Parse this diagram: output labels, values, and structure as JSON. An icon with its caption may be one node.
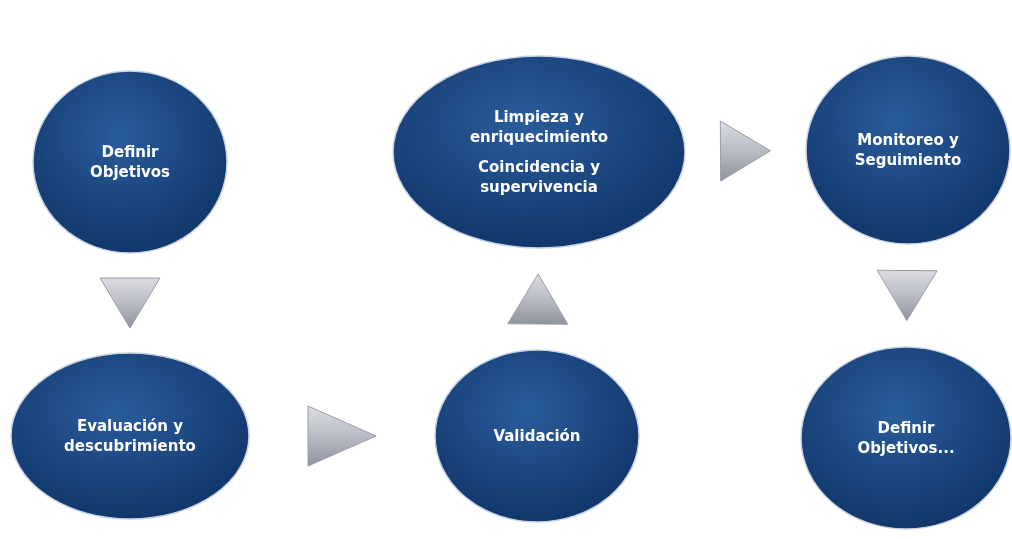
{
  "diagram": {
    "nodes": [
      {
        "text": [
          "Definir Objetivos"
        ]
      },
      {
        "text": [
          "Evaluación y descubrimiento"
        ]
      },
      {
        "text": [
          "Validación"
        ]
      },
      {
        "text": [
          "Limpieza y enriquecimiento",
          "Coincidencia y supervivencia"
        ]
      },
      {
        "text": [
          "Monitoreo y Seguimiento"
        ]
      },
      {
        "text": [
          "Definir Objetivos..."
        ]
      }
    ],
    "edges": [
      {
        "from": 0,
        "to": 1,
        "arrow": "to"
      },
      {
        "from": 1,
        "to": 2,
        "arrow": "to"
      },
      {
        "from": 2,
        "to": 3,
        "arrow": "to"
      },
      {
        "from": 3,
        "to": 4,
        "arrow": "to"
      },
      {
        "from": 4,
        "to": 5,
        "arrow": "to"
      }
    ]
  }
}
